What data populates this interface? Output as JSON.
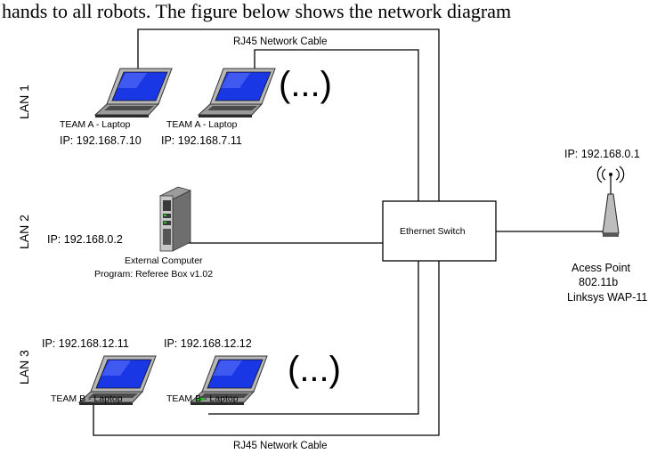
{
  "intro_fragment": "hands to all robots. The figure below shows the network diagram",
  "cable_top_label": "RJ45 Network Cable",
  "cable_bottom_label": "RJ45 Network Cable",
  "lan_labels": [
    "LAN 1",
    "LAN 2",
    "LAN 3"
  ],
  "lan1": {
    "laptops": [
      {
        "name": "TEAM A - Laptop",
        "ip": "IP: 192.168.7.10"
      },
      {
        "name": "TEAM A - Laptop",
        "ip": "IP: 192.168.7.11"
      }
    ],
    "more": "(...)"
  },
  "lan2": {
    "ip": "IP: 192.168.0.2",
    "computer_name": "External Computer",
    "program": "Program: Referee Box v1.02"
  },
  "lan3": {
    "laptops": [
      {
        "name": "TEAM B - Laptop",
        "ip": "IP: 192.168.12.11"
      },
      {
        "name": "TEAM B - Laptop",
        "ip": "IP: 192.168.12.12"
      }
    ],
    "more": "(...)"
  },
  "switch_label": "Ethernet Switch",
  "access_point": {
    "ip": "IP: 192.168.0.1",
    "line1": "Acess Point",
    "line2": "802.11b",
    "line3": "Linksys WAP-11"
  },
  "colors": {
    "screen": "#1a37e6",
    "screen_highlight": "#6f86ff",
    "device_gray": "#b8b8b8",
    "device_dark": "#3a3a3a",
    "led_green": "#22c322"
  },
  "icons": [
    "laptop-icon",
    "server-tower-icon",
    "wireless-antenna-icon"
  ]
}
